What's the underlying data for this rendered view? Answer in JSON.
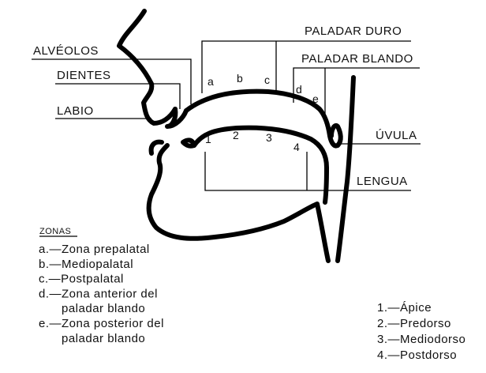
{
  "labels": {
    "alveolos": "ALVÉOLOS",
    "dientes": "DIENTES",
    "labio": "LABIO",
    "paladar_duro": "PALADAR DURO",
    "paladar_blando": "PALADAR BLANDO",
    "uvula": "ÚVULA",
    "lengua": "LENGUA"
  },
  "palate_letters": [
    "a",
    "b",
    "c",
    "d",
    "e"
  ],
  "tongue_numbers": [
    "1",
    "2",
    "3",
    "4"
  ],
  "zonas": {
    "title": "ZONAS",
    "items": [
      [
        "a.—Zona prepalatal"
      ],
      [
        "b.—Mediopalatal"
      ],
      [
        "c.—Postpalatal"
      ],
      [
        "d.—Zona anterior del",
        "paladar blando"
      ],
      [
        "e.—Zona posterior del",
        "paladar blando"
      ]
    ]
  },
  "tongue_legend": [
    "1.—Ápice",
    "2.—Predorso",
    "3.—Mediodorso",
    "4.—Postdorso"
  ],
  "colors": {
    "ink": "#000000",
    "paper": "#ffffff"
  }
}
